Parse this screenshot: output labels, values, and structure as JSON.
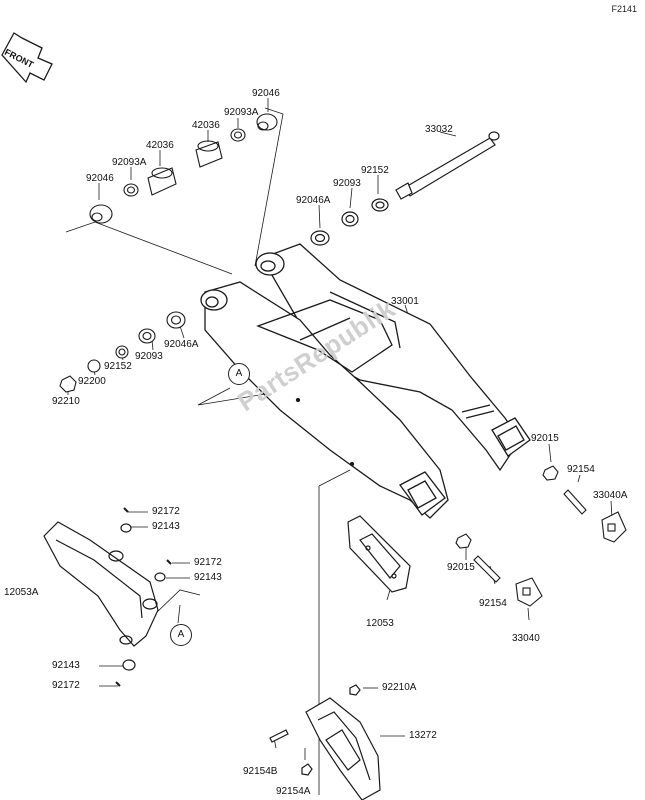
{
  "diagram_code": "F2141",
  "front_label": "FRONT",
  "watermark": "PartsRepublik",
  "ref_marker": "A",
  "labels": {
    "p92046_top": "92046",
    "p92093A_top": "92093A",
    "p42036_top": "42036",
    "p42036_mid": "42036",
    "p92093A_left": "92093A",
    "p92046_left": "92046",
    "p33032": "33032",
    "p92152_top": "92152",
    "p92093_top": "92093",
    "p92046A_top": "92046A",
    "p33001": "33001",
    "p92046A_low": "92046A",
    "p92093_low": "92093",
    "p92152_low": "92152",
    "p92200": "92200",
    "p92210": "92210",
    "p92015_right": "92015",
    "p92154_right": "92154",
    "p33040A": "33040A",
    "p92172_a": "92172",
    "p92143_a": "92143",
    "p92172_b": "92172",
    "p92143_b": "92143",
    "p12053A": "12053A",
    "p92143_c": "92143",
    "p92172_c": "92172",
    "p92015_mid": "92015",
    "p92154_mid": "92154",
    "p12053": "12053",
    "p33040": "33040",
    "p92210A": "92210A",
    "p92154B": "92154B",
    "p13272": "13272",
    "p92154A": "92154A"
  }
}
